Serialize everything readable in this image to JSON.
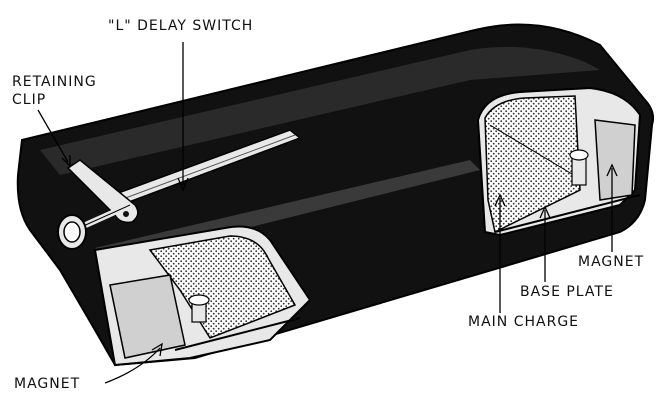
{
  "labels": {
    "delay_switch": "\"L\" DELAY SWITCH",
    "retaining_line1": "RETAINING",
    "retaining_line2": "CLIP",
    "magnet_left": "MAGNET",
    "magnet_right": "MAGNET",
    "base_plate": "BASE PLATE",
    "main_charge": "MAIN CHARGE"
  },
  "colors": {
    "case": "#111111",
    "highlight": "#e8e8e8",
    "charge_fill": "#d9d9d9",
    "ink": "#111111",
    "paper": "#ffffff"
  }
}
